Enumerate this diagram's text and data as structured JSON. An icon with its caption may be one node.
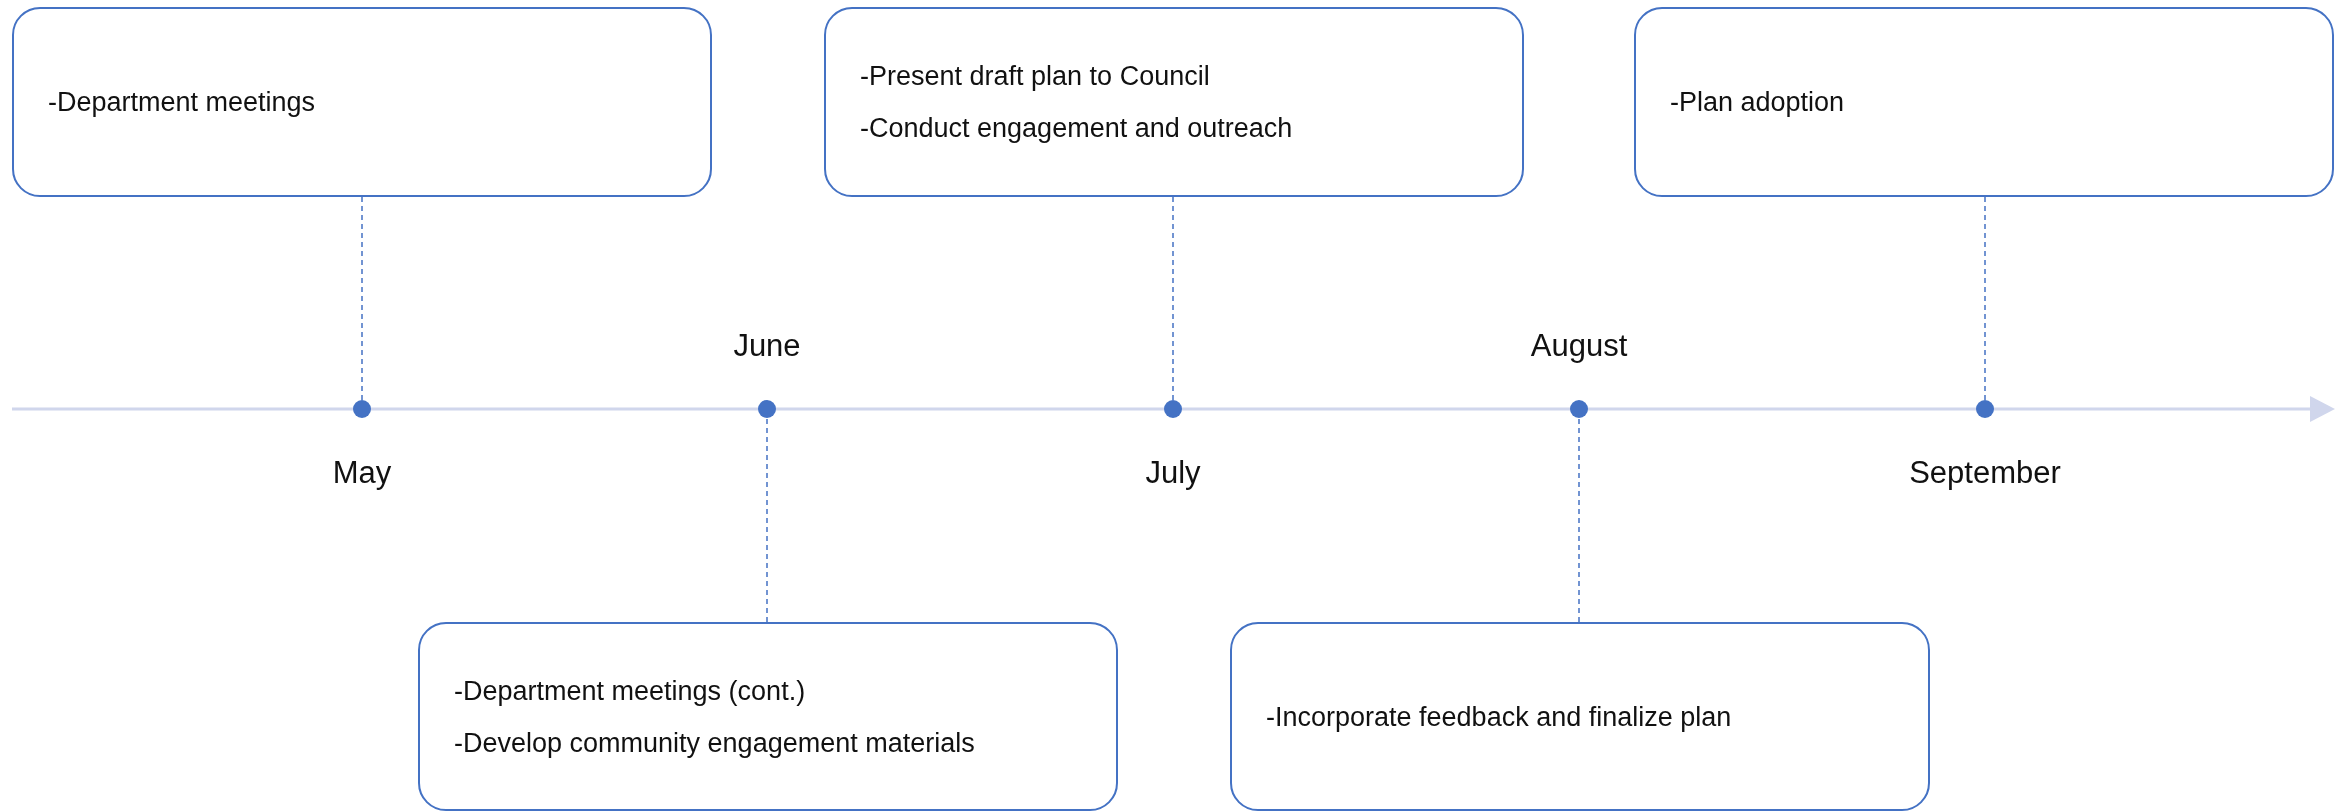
{
  "diagram": {
    "nodes": [
      {
        "text": [
          "-Department meetings"
        ]
      },
      {
        "text": [
          "-Present draft plan to Council",
          "-Conduct engagement and outreach"
        ]
      },
      {
        "text": [
          "-Plan adoption"
        ]
      },
      {
        "text": [
          "-Department meetings (cont.)",
          "-Develop community engagement materials"
        ]
      },
      {
        "text": [
          "-Incorporate feedback and finalize plan"
        ]
      },
      {
        "text": [],
        "shape": "circle",
        "beside": [
          "May"
        ]
      },
      {
        "text": [],
        "shape": "circle",
        "beside": [
          "June"
        ]
      },
      {
        "text": [],
        "shape": "circle",
        "beside": [
          "July"
        ]
      },
      {
        "text": [],
        "shape": "circle",
        "beside": [
          "August"
        ]
      },
      {
        "text": [],
        "shape": "circle",
        "beside": [
          "September"
        ]
      }
    ],
    "edges": [
      {
        "from": 0,
        "to": 5,
        "arrow": "none",
        "style": "dashed"
      },
      {
        "from": 3,
        "to": 6,
        "arrow": "none",
        "style": "dashed"
      },
      {
        "from": 1,
        "to": 7,
        "arrow": "none",
        "style": "dashed"
      },
      {
        "from": 4,
        "to": 8,
        "arrow": "none",
        "style": "dashed"
      },
      {
        "from": 2,
        "to": 9,
        "arrow": "none",
        "style": "dashed"
      }
    ]
  }
}
